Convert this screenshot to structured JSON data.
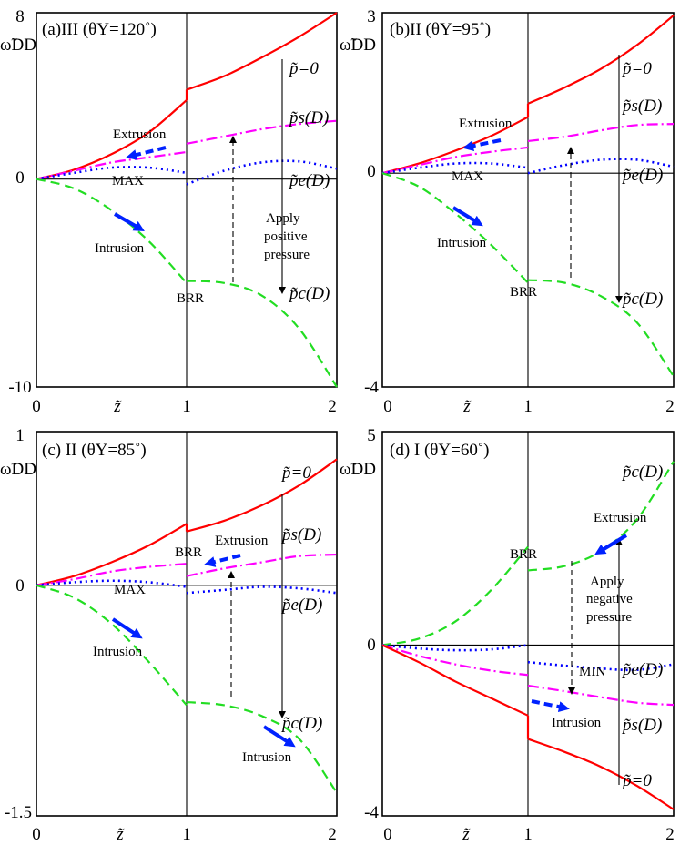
{
  "chart_data": [
    {
      "type": "line",
      "title": "(a)III (θY=120˚)",
      "ylabel": "ω̃DD",
      "xlabel": "z̃",
      "xlim": [
        0,
        2
      ],
      "ylim": [
        -10,
        8
      ],
      "xticks": [
        "0",
        "1",
        "2"
      ],
      "yticks": [
        "8",
        "0",
        "-10"
      ],
      "series": [
        {
          "name": "p̃=0",
          "color": "#ff0000",
          "dash": "solid",
          "segments": [
            [
              [
                0,
                0
              ],
              [
                0.25,
                0.45
              ],
              [
                0.5,
                1.2
              ],
              [
                0.75,
                2.25
              ],
              [
                1,
                3.8
              ]
            ],
            [
              [
                1,
                4.3
              ],
              [
                1.25,
                4.95
              ],
              [
                1.5,
                5.85
              ],
              [
                1.75,
                6.85
              ],
              [
                2,
                8.0
              ]
            ]
          ]
        },
        {
          "name": "p̃s(D)",
          "color": "#ff00ff",
          "dash": "dashdot",
          "segments": [
            [
              [
                0,
                0
              ],
              [
                0.25,
                0.4
              ],
              [
                0.5,
                0.8
              ],
              [
                0.75,
                1.05
              ],
              [
                1,
                1.3
              ]
            ],
            [
              [
                1,
                1.7
              ],
              [
                1.25,
                2.05
              ],
              [
                1.5,
                2.4
              ],
              [
                1.75,
                2.65
              ],
              [
                2,
                2.8
              ]
            ]
          ]
        },
        {
          "name": "p̃e(D)",
          "color": "#0000ff",
          "dash": "dotted",
          "segments": [
            [
              [
                0,
                0
              ],
              [
                0.25,
                0.3
              ],
              [
                0.5,
                0.55
              ],
              [
                0.75,
                0.55
              ],
              [
                1,
                0.3
              ]
            ],
            [
              [
                1,
                -0.25
              ],
              [
                1.25,
                0.4
              ],
              [
                1.5,
                0.8
              ],
              [
                1.75,
                0.85
              ],
              [
                2,
                0.5
              ]
            ]
          ]
        },
        {
          "name": "p̃c(D)",
          "color": "#22dd22",
          "dash": "dashed",
          "segments": [
            [
              [
                0,
                0
              ],
              [
                0.25,
                -0.45
              ],
              [
                0.5,
                -1.5
              ],
              [
                0.75,
                -3.0
              ],
              [
                1,
                -5.0
              ]
            ],
            [
              [
                1,
                -4.9
              ],
              [
                1.25,
                -5.0
              ],
              [
                1.5,
                -5.6
              ],
              [
                1.75,
                -7.2
              ],
              [
                2,
                -10.0
              ]
            ]
          ]
        }
      ],
      "annotations": [
        "Extrusion",
        "Intrusion",
        "MAX",
        "BRR",
        "Apply",
        "positive",
        "pressure"
      ]
    },
    {
      "type": "line",
      "title": "(b)II (θY=95˚)",
      "ylabel": "ω̃DD",
      "xlabel": "z̃",
      "xlim": [
        0,
        2
      ],
      "ylim": [
        -4,
        3
      ],
      "xticks": [
        "0",
        "1",
        "2"
      ],
      "yticks": [
        "3",
        "0",
        "-4"
      ],
      "series": [
        {
          "name": "p̃=0",
          "color": "#ff0000",
          "dash": "solid",
          "segments": [
            [
              [
                0,
                0
              ],
              [
                0.25,
                0.18
              ],
              [
                0.5,
                0.42
              ],
              [
                0.75,
                0.7
              ],
              [
                1,
                1.05
              ]
            ],
            [
              [
                1,
                1.3
              ],
              [
                1.25,
                1.6
              ],
              [
                1.5,
                1.95
              ],
              [
                1.75,
                2.4
              ],
              [
                2,
                2.95
              ]
            ]
          ]
        },
        {
          "name": "p̃s(D)",
          "color": "#ff00ff",
          "dash": "dashdot",
          "segments": [
            [
              [
                0,
                0
              ],
              [
                0.25,
                0.15
              ],
              [
                0.5,
                0.3
              ],
              [
                0.75,
                0.4
              ],
              [
                1,
                0.48
              ]
            ],
            [
              [
                1,
                0.6
              ],
              [
                1.25,
                0.68
              ],
              [
                1.5,
                0.8
              ],
              [
                1.75,
                0.9
              ],
              [
                2,
                0.92
              ]
            ]
          ]
        },
        {
          "name": "p̃e(D)",
          "color": "#0000ff",
          "dash": "dotted",
          "segments": [
            [
              [
                0,
                0
              ],
              [
                0.25,
                0.1
              ],
              [
                0.5,
                0.18
              ],
              [
                0.75,
                0.18
              ],
              [
                1,
                0.1
              ]
            ],
            [
              [
                1,
                0.0
              ],
              [
                1.25,
                0.15
              ],
              [
                1.5,
                0.25
              ],
              [
                1.75,
                0.25
              ],
              [
                2,
                0.12
              ]
            ]
          ]
        },
        {
          "name": "p̃c(D)",
          "color": "#22dd22",
          "dash": "dashed",
          "segments": [
            [
              [
                0,
                0
              ],
              [
                0.25,
                -0.25
              ],
              [
                0.5,
                -0.75
              ],
              [
                0.75,
                -1.35
              ],
              [
                1,
                -2.05
              ]
            ],
            [
              [
                1,
                -2.0
              ],
              [
                1.25,
                -2.05
              ],
              [
                1.5,
                -2.3
              ],
              [
                1.75,
                -2.8
              ],
              [
                2,
                -3.8
              ]
            ]
          ]
        }
      ],
      "annotations": [
        "Extrusion",
        "Intrusion",
        "MAX",
        "BRR"
      ]
    },
    {
      "type": "line",
      "title": "(c) II (θY=85˚)",
      "ylabel": "ω̃DD",
      "xlabel": "z̃",
      "xlim": [
        0,
        2
      ],
      "ylim": [
        -1.5,
        1
      ],
      "xticks": [
        "0",
        "1",
        "2"
      ],
      "yticks": [
        "1",
        "0",
        "-1.5"
      ],
      "series": [
        {
          "name": "p̃=0",
          "color": "#ff0000",
          "dash": "solid",
          "segments": [
            [
              [
                0,
                0
              ],
              [
                0.25,
                0.06
              ],
              [
                0.5,
                0.15
              ],
              [
                0.75,
                0.26
              ],
              [
                1,
                0.4
              ]
            ],
            [
              [
                1,
                0.35
              ],
              [
                1.25,
                0.42
              ],
              [
                1.5,
                0.52
              ],
              [
                1.75,
                0.65
              ],
              [
                2,
                0.82
              ]
            ]
          ]
        },
        {
          "name": "p̃s(D)",
          "color": "#ff00ff",
          "dash": "dashdot",
          "segments": [
            [
              [
                0,
                0
              ],
              [
                0.25,
                0.04
              ],
              [
                0.5,
                0.09
              ],
              [
                0.75,
                0.12
              ],
              [
                1,
                0.14
              ]
            ],
            [
              [
                1,
                0.06
              ],
              [
                1.25,
                0.11
              ],
              [
                1.5,
                0.15
              ],
              [
                1.75,
                0.19
              ],
              [
                2,
                0.2
              ]
            ]
          ]
        },
        {
          "name": "p̃e(D)",
          "color": "#0000ff",
          "dash": "dotted",
          "segments": [
            [
              [
                0,
                0
              ],
              [
                0.25,
                0.02
              ],
              [
                0.5,
                0.03
              ],
              [
                0.75,
                0.02
              ],
              [
                1,
                -0.01
              ]
            ],
            [
              [
                1,
                -0.05
              ],
              [
                1.25,
                -0.03
              ],
              [
                1.5,
                -0.01
              ],
              [
                1.75,
                -0.02
              ],
              [
                2,
                -0.05
              ]
            ]
          ]
        },
        {
          "name": "p̃c(D)",
          "color": "#22dd22",
          "dash": "dashed",
          "segments": [
            [
              [
                0,
                0
              ],
              [
                0.25,
                -0.08
              ],
              [
                0.5,
                -0.25
              ],
              [
                0.75,
                -0.5
              ],
              [
                1,
                -0.78
              ]
            ],
            [
              [
                1,
                -0.76
              ],
              [
                1.25,
                -0.78
              ],
              [
                1.5,
                -0.85
              ],
              [
                1.75,
                -1.0
              ],
              [
                2,
                -1.35
              ]
            ]
          ]
        }
      ],
      "annotations": [
        "Extrusion",
        "Intrusion",
        "Intrusion",
        "MAX",
        "BRR"
      ]
    },
    {
      "type": "line",
      "title": "(d) I (θY=60˚)",
      "ylabel": "ω̃DD",
      "xlabel": "z̃",
      "xlim": [
        0,
        2
      ],
      "ylim": [
        -4,
        5
      ],
      "xticks": [
        "0",
        "1",
        "2"
      ],
      "yticks": [
        "5",
        "0",
        "-4"
      ],
      "series": [
        {
          "name": "p̃c(D)",
          "color": "#22dd22",
          "dash": "dashed",
          "segments": [
            [
              [
                0,
                0
              ],
              [
                0.25,
                0.15
              ],
              [
                0.5,
                0.55
              ],
              [
                0.75,
                1.3
              ],
              [
                1,
                2.3
              ]
            ],
            [
              [
                1,
                1.75
              ],
              [
                1.25,
                1.85
              ],
              [
                1.5,
                2.2
              ],
              [
                1.75,
                2.95
              ],
              [
                2,
                4.3
              ]
            ]
          ]
        },
        {
          "name": "p̃e(D)",
          "color": "#0000ff",
          "dash": "dotted",
          "segments": [
            [
              [
                0,
                0
              ],
              [
                0.25,
                -0.08
              ],
              [
                0.5,
                -0.12
              ],
              [
                0.75,
                -0.1
              ],
              [
                1,
                0.0
              ]
            ],
            [
              [
                1,
                -0.4
              ],
              [
                1.25,
                -0.48
              ],
              [
                1.5,
                -0.55
              ],
              [
                1.75,
                -0.58
              ],
              [
                2,
                -0.45
              ]
            ]
          ]
        },
        {
          "name": "p̃s(D)",
          "color": "#ff00ff",
          "dash": "dashdot",
          "segments": [
            [
              [
                0,
                0
              ],
              [
                0.25,
                -0.25
              ],
              [
                0.5,
                -0.45
              ],
              [
                0.75,
                -0.6
              ],
              [
                1,
                -0.7
              ]
            ],
            [
              [
                1,
                -0.95
              ],
              [
                1.25,
                -1.08
              ],
              [
                1.5,
                -1.22
              ],
              [
                1.75,
                -1.35
              ],
              [
                2,
                -1.4
              ]
            ]
          ]
        },
        {
          "name": "p̃=0",
          "color": "#ff0000",
          "dash": "solid",
          "segments": [
            [
              [
                0,
                0
              ],
              [
                0.25,
                -0.4
              ],
              [
                0.5,
                -0.85
              ],
              [
                0.75,
                -1.25
              ],
              [
                1,
                -1.65
              ]
            ],
            [
              [
                1,
                -2.2
              ],
              [
                1.25,
                -2.5
              ],
              [
                1.5,
                -2.85
              ],
              [
                1.75,
                -3.3
              ],
              [
                2,
                -3.85
              ]
            ]
          ]
        }
      ],
      "annotations": [
        "Extrusion",
        "Intrusion",
        "MIN",
        "BRR",
        "Apply",
        "negative",
        "pressure"
      ]
    }
  ]
}
